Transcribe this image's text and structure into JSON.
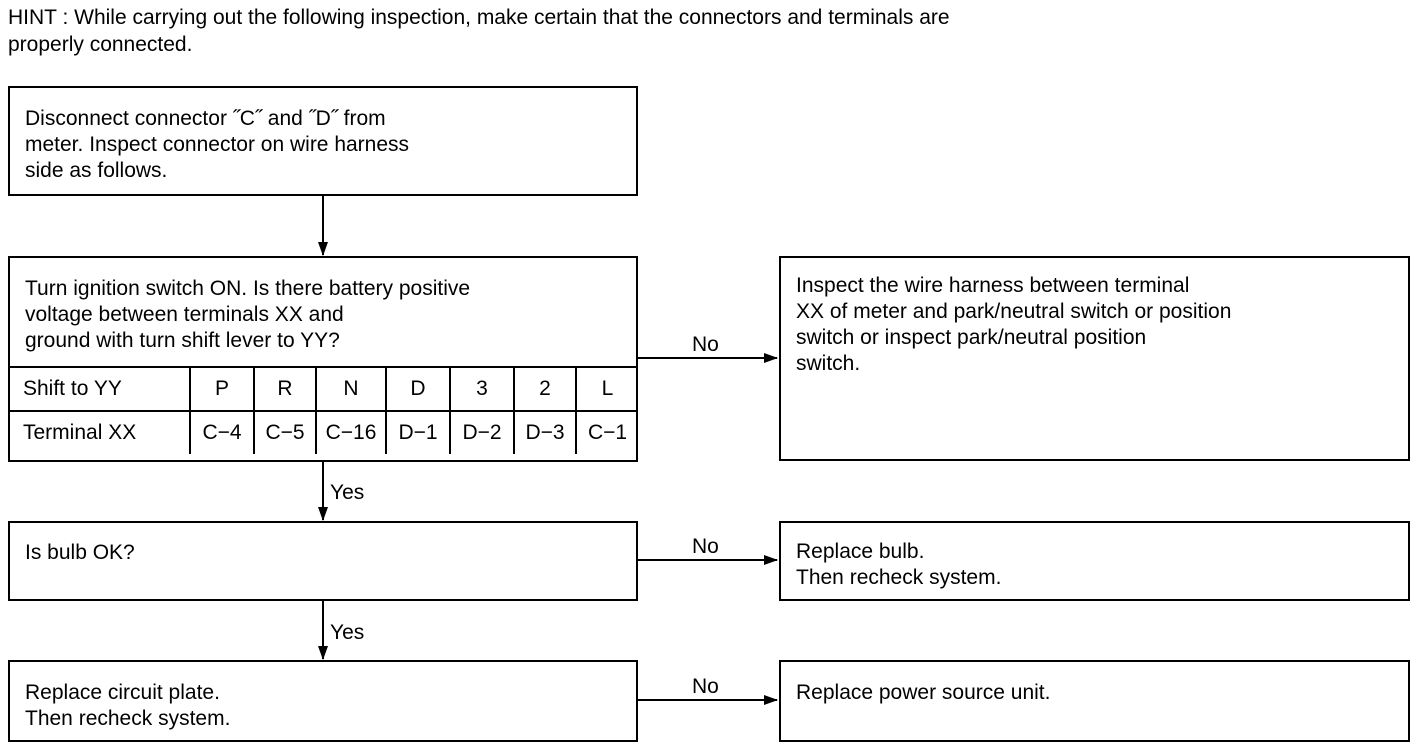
{
  "hint": {
    "line1": "HINT : While carrying out the following inspection, make certain that the connectors and terminals are",
    "line2": "properly connected."
  },
  "boxes": {
    "disconnect": {
      "lines": [
        "Disconnect connector ˝C˝ and ˝D˝ from",
        "meter. Inspect connector on wire harness",
        "side as follows."
      ]
    },
    "turn_ignition": {
      "lines": [
        "Turn ignition switch ON. Is there battery  positive",
        "voltage between terminals XX and",
        "ground with turn shift lever to YY?"
      ]
    },
    "inspect_harness": {
      "lines": [
        "Inspect the wire harness between terminal",
        "XX of meter and park/neutral switch or position",
        "switch or inspect park/neutral position",
        "switch."
      ]
    },
    "bulb_ok": {
      "lines": [
        "Is bulb OK?"
      ]
    },
    "replace_bulb": {
      "lines": [
        "Replace bulb.",
        "Then recheck system."
      ]
    },
    "replace_circuit": {
      "lines": [
        "Replace circuit plate.",
        "Then recheck system."
      ]
    },
    "replace_power": {
      "lines": [
        "Replace power source unit."
      ]
    }
  },
  "shift_table": {
    "row1_header": "Shift to YY",
    "row1": [
      "P",
      "R",
      "N",
      "D",
      "3",
      "2",
      "L"
    ],
    "row2_header": "Terminal XX",
    "row2": [
      "C−4",
      "C−5",
      "C−16",
      "D−1",
      "D−2",
      "D−3",
      "C−1"
    ]
  },
  "labels": {
    "no1": "No",
    "yes1": "Yes",
    "no2": "No",
    "yes2": "Yes",
    "no3": "No"
  }
}
